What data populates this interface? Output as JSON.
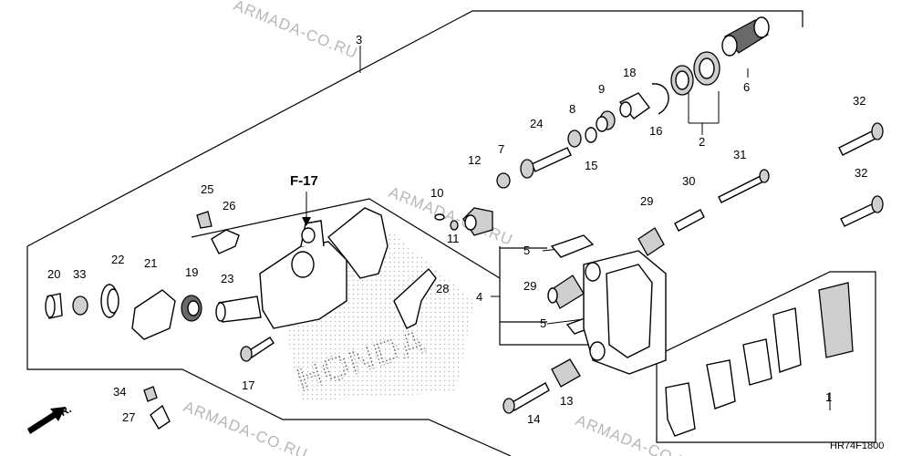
{
  "watermark": "ARMADA-CO.RU",
  "section_ref": "F-17",
  "diagram_code": "HR74F1800",
  "direction_arrow": "FR.",
  "brand": "HONDA",
  "labels": {
    "p1": "1",
    "p2": "2",
    "p3": "3",
    "p4": "4",
    "p5a": "5",
    "p5b": "5",
    "p6": "6",
    "p7": "7",
    "p8": "8",
    "p9": "9",
    "p10": "10",
    "p11": "11",
    "p12": "12",
    "p13": "13",
    "p14": "14",
    "p15": "15",
    "p16": "16",
    "p17": "17",
    "p18": "18",
    "p19": "19",
    "p20": "20",
    "p21": "21",
    "p22": "22",
    "p23": "23",
    "p24": "24",
    "p25": "25",
    "p26": "26",
    "p27": "27",
    "p28": "28",
    "p29a": "29",
    "p29b": "29",
    "p30": "30",
    "p31": "31",
    "p32a": "32",
    "p32b": "32",
    "p33": "33",
    "p34": "34"
  }
}
